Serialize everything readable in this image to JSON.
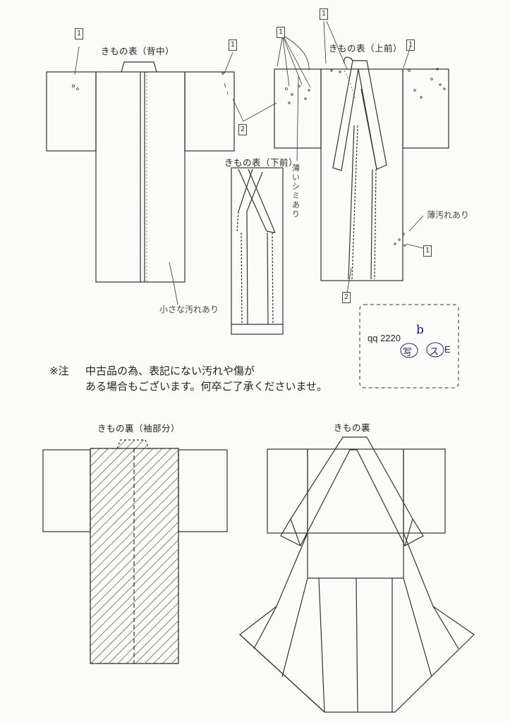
{
  "labels": {
    "back": "きもの表（背中）",
    "upper_front": "きもの表（上前）",
    "lower_front": "きもの表（下前）",
    "lining_sleeve": "きもの裏（袖部分）",
    "lining": "きもの裏"
  },
  "annotations": {
    "small_stain": "小さな汚れあり",
    "light_stain_vertical": "薄いシミあり",
    "light_stain": "薄汚れあり",
    "marker_1": "1",
    "marker_2": "2"
  },
  "notice": {
    "prefix": "※注",
    "line1": "中古品の為、表記にない汚れや傷が",
    "line2": "ある場合もございます。何卒ご了承くださいませ。"
  },
  "stamp": {
    "code": "qq 2220",
    "suffix": "b",
    "photo_mark": "写",
    "mark2": "ス",
    "mark3": "E"
  }
}
